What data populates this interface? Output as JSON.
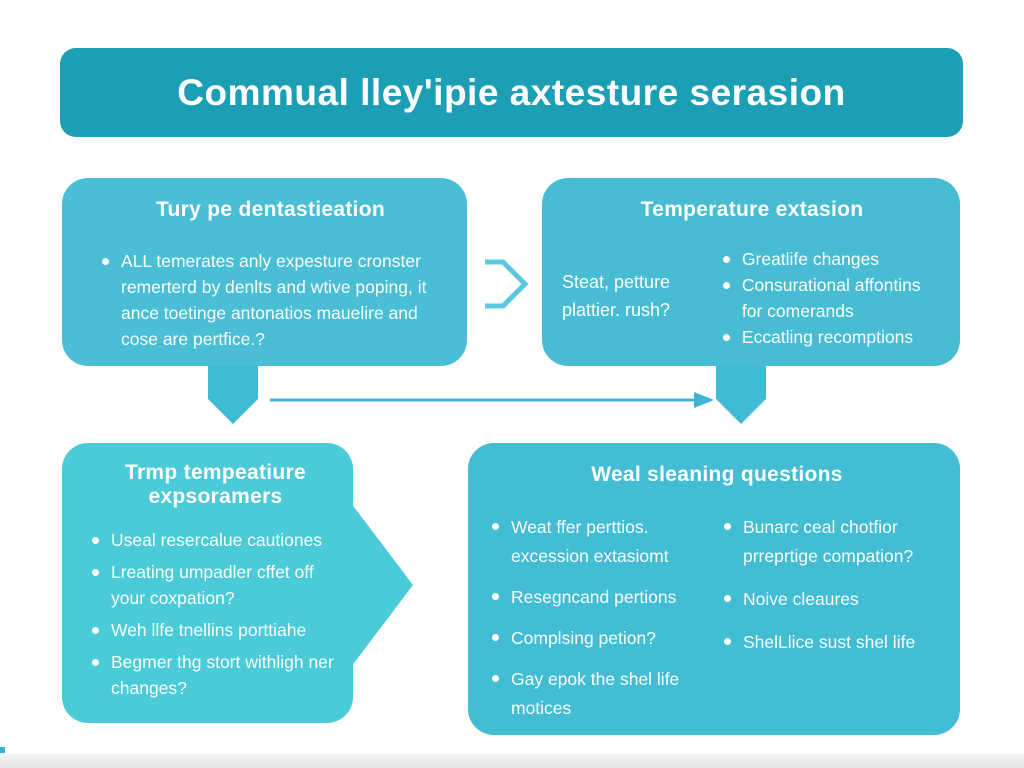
{
  "header": {
    "title": "Commual lley'ipie axtesture serasion"
  },
  "boxes": {
    "top_left": {
      "title": "Tury pe dentastieation",
      "bullets": [
        "ALL temerates anly expesture cronster remerterd by denlts and wtive poping, it ance toetinge antonatios mauelire and cose are pertfice.?"
      ]
    },
    "top_right": {
      "title": "Temperature extasion",
      "side_text": "Steat, petture plattier. rush?",
      "bullets": [
        "Greatlife changes",
        "Consurational affontins for comerands",
        "Eccatling recomptions"
      ]
    },
    "bottom_left": {
      "title": "Trmp tempeatiure expsoramers",
      "bullets": [
        "Useal resercalue cautiones",
        "Lreating umpadler cffet off your coxpation?",
        "Weh llfe tnellins porttiahe",
        "Begmer thg stort withligh ner changes?"
      ]
    },
    "bottom_right": {
      "title": "Weal sleaning questions",
      "left_bullets": [
        "Weat ffer perttios. excession extasiomt",
        "Resegncand pertions",
        "Complsing petion?",
        "Gay epok the shel life motices"
      ],
      "right_bullets": [
        "Bunarc ceal chotfior prreprtige compation?",
        "Noive cleaures",
        "ShelLlice sust shel life"
      ]
    }
  },
  "colors": {
    "header_bg": "#1c9fb5",
    "box_top_left_bg": "#4abed5",
    "box_top_right_bg": "#48bcd3",
    "box_bottom_left_bg": "#4bcbd8",
    "box_bottom_right_bg": "#42bdd3",
    "arrow_fill": "#3fbcd4",
    "arrow_line": "#3fb6d0",
    "chevron_stroke": "#5ac8de",
    "text": "#ffffff"
  }
}
